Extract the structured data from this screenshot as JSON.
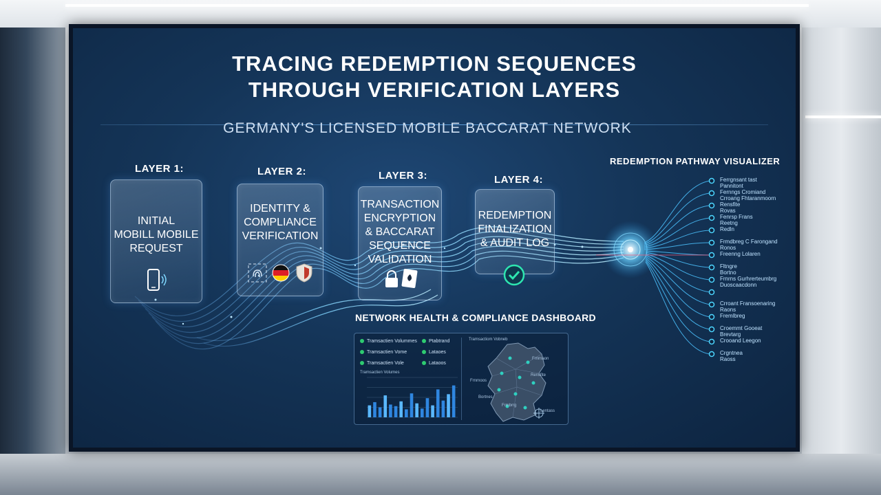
{
  "title": {
    "line1": "TRACING REDEMPTION SEQUENCES",
    "line2": "THROUGH VERIFICATION LAYERS",
    "subtitle": "GERMANY'S LICENSED MOBILE BACCARAT NETWORK"
  },
  "layers": [
    {
      "label": "LAYER 1:",
      "text": "INITIAL\nMOBILL MOBILE\nREQUEST",
      "icon": "smartphone-icon"
    },
    {
      "label": "LAYER 2:",
      "text": "IDENTITY &\nCOMPLIANCE\nVERIFICATION",
      "icons": [
        "fingerprint-icon",
        "germany-flag-icon",
        "shield-icon"
      ]
    },
    {
      "label": "LAYER 3:",
      "text": "TRANSACTION\nENCRYPTION\n& BACCARAT\nSEQUENCE\nVALIDATION",
      "icons": [
        "padlock-icon",
        "playing-card-icon"
      ]
    },
    {
      "label": "LAYER 4:",
      "text": "REDEMPTION\nFINALIZATION\n& AUDIT LOG",
      "icon": "checkmark-icon"
    }
  ],
  "visualizer": {
    "title": "REDEMPTION PATHWAY VISUALIZER",
    "labels": [
      "Ferrgnsant tast\nPannitont",
      "Fernngs Cromiand\nCrroang Fhtaranmoorn",
      "Rensfite\nRovas",
      "Fenrsp Frans\nReetng",
      "Redln",
      "Frmdbreg C Farongand\nRonos",
      "Freenng Lolaren",
      "Fltngre\nBortno",
      "Frnrns Gurhrerteumbrg\nDuoscaacdonn",
      "",
      "Crroant Fransoenaring\nRaons",
      "Fremlbreg",
      "Croemmt Gooeat\nBrevtarg",
      "Crooand Leegon",
      "Crgntnea\nRaoss"
    ],
    "accent": "#3fd0ff"
  },
  "dashboard": {
    "title": "NETWORK HEALTH & COMPLIANCE DASHBOARD",
    "status_items": [
      "Tramsactien Volummes",
      "Ptabtrand",
      "Tramsactien Vome",
      "Lataoes",
      "Tramsactien Vole",
      "Lataoos"
    ],
    "chart_label": "Tramsactien Volumes",
    "map_label": "Tramsactiom Vobneb",
    "map_cities": [
      "Frnrnoos",
      "Bortnes",
      "Frnrnaon",
      "Rensfite",
      "Frmbrrg",
      "Lentass"
    ],
    "status_color": "#2ecc71"
  },
  "chart_data": {
    "type": "bar",
    "title": "Tramsactien Volumes",
    "series": [
      {
        "values": [
          30,
          38,
          25,
          55,
          32,
          28,
          40,
          20,
          60,
          35,
          22,
          48,
          30,
          70,
          42,
          58,
          80
        ]
      }
    ],
    "ylim": [
      0,
      100
    ]
  }
}
